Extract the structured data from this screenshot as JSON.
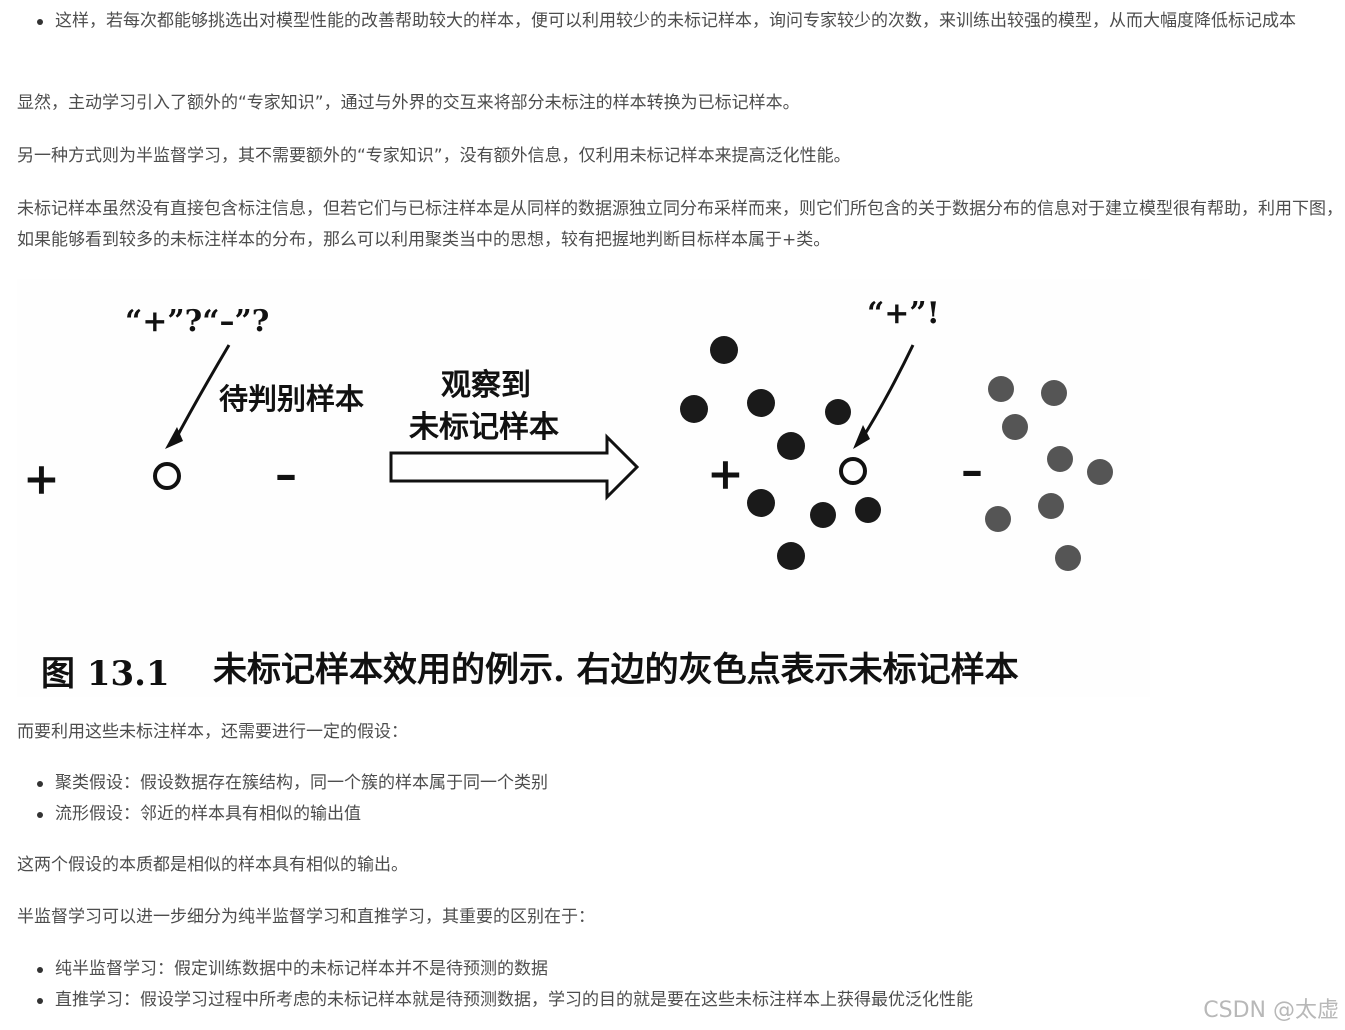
{
  "bullets_top": [
    "这样，若每次都能够挑选出对模型性能的改善帮助较大的样本，便可以利用较少的未标记样本，询问专家较少的次数，来训练出较强的模型，从而大幅度降低标记成本"
  ],
  "paragraphs": {
    "p1": "显然，主动学习引入了额外的“专家知识”，通过与外界的交互来将部分未标注的样本转换为已标记样本。",
    "p2": "另一种方式则为半监督学习，其不需要额外的“专家知识”，没有额外信息，仅利用未标记样本来提高泛化性能。",
    "p3": "未标记样本虽然没有直接包含标注信息，但若它们与已标注样本是从同样的数据源独立同分布采样而来，则它们所包含的关于数据分布的信息对于建立模型很有帮助，利用下图，如果能够看到较多的未标注样本的分布，那么可以利用聚类当中的思想，较有把握地判断目标样本属于+类。",
    "p4": "而要利用这些未标注样本，还需要进行一定的假设：",
    "p5": "这两个假设的本质都是相似的样本具有相似的输出。",
    "p6": "半监督学习可以进一步细分为纯半监督学习和直推学习，其重要的区别在于："
  },
  "figure": {
    "question_label": "“+”?“–”?",
    "pending_label": "待判别样本",
    "observe_line1": "观察到",
    "observe_line2": "未标记样本",
    "plus_sign": "+",
    "minus_sign": "–",
    "answer_label": "“+”!",
    "caption_number": "图 13.1",
    "caption_text": "未标记样本效用的例示. 右边的灰色点表示未标记样本"
  },
  "bullets_assumptions": [
    "聚类假设：假设数据存在簇结构，同一个簇的样本属于同一个类别",
    "流形假设：邻近的样本具有相似的输出值"
  ],
  "bullets_types": [
    "纯半监督学习：假定训练数据中的未标记样本并不是待预测的数据",
    "直推学习：假设学习过程中所考虑的未标记样本就是待预测数据，学习的目的就是要在这些未标注样本上获得最优泛化性能"
  ],
  "watermark": "CSDN @太虚",
  "colors": {
    "text": "#4d4d4d",
    "dot_dark": "#1a1a1a",
    "dot_gray": "#555555"
  }
}
